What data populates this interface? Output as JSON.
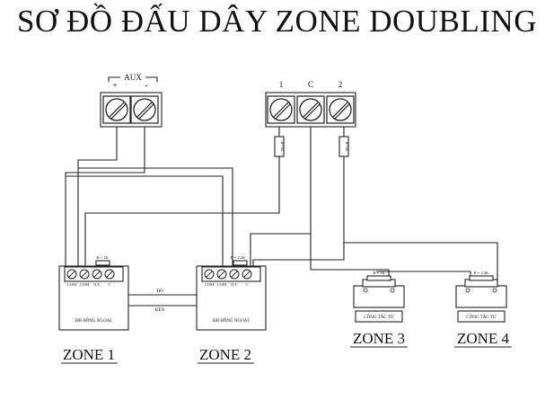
{
  "title": "SƠ ĐỒ ĐẤU DÂY ZONE DOUBLING",
  "aux": {
    "label": "AUX",
    "plus": "+",
    "minus": "-"
  },
  "panel_terminals": [
    "1",
    "C",
    "2"
  ],
  "resistor_vertical_label": "R=1K",
  "zones": [
    {
      "name": "ZONE 1",
      "device": "ĐB HỒNG NGOẠI",
      "resistor": "R = 1K",
      "terminals": [
        "COM",
        "COM",
        "N/C",
        "C"
      ]
    },
    {
      "name": "ZONE 2",
      "device": "ĐB HỒNG NGOẠI",
      "resistor": "R = 2.2K",
      "terminals": [
        "COM",
        "COM",
        "N/C",
        "C"
      ]
    },
    {
      "name": "ZONE 3",
      "device": "CÔNG TẮC TỪ",
      "resistor": "R = 1K"
    },
    {
      "name": "ZONE 4",
      "device": "CÔNG TẮC TỪ",
      "resistor": "R = 2.2K"
    }
  ],
  "wire_labels": {
    "red": "ĐỎ",
    "black": "ĐEN"
  }
}
